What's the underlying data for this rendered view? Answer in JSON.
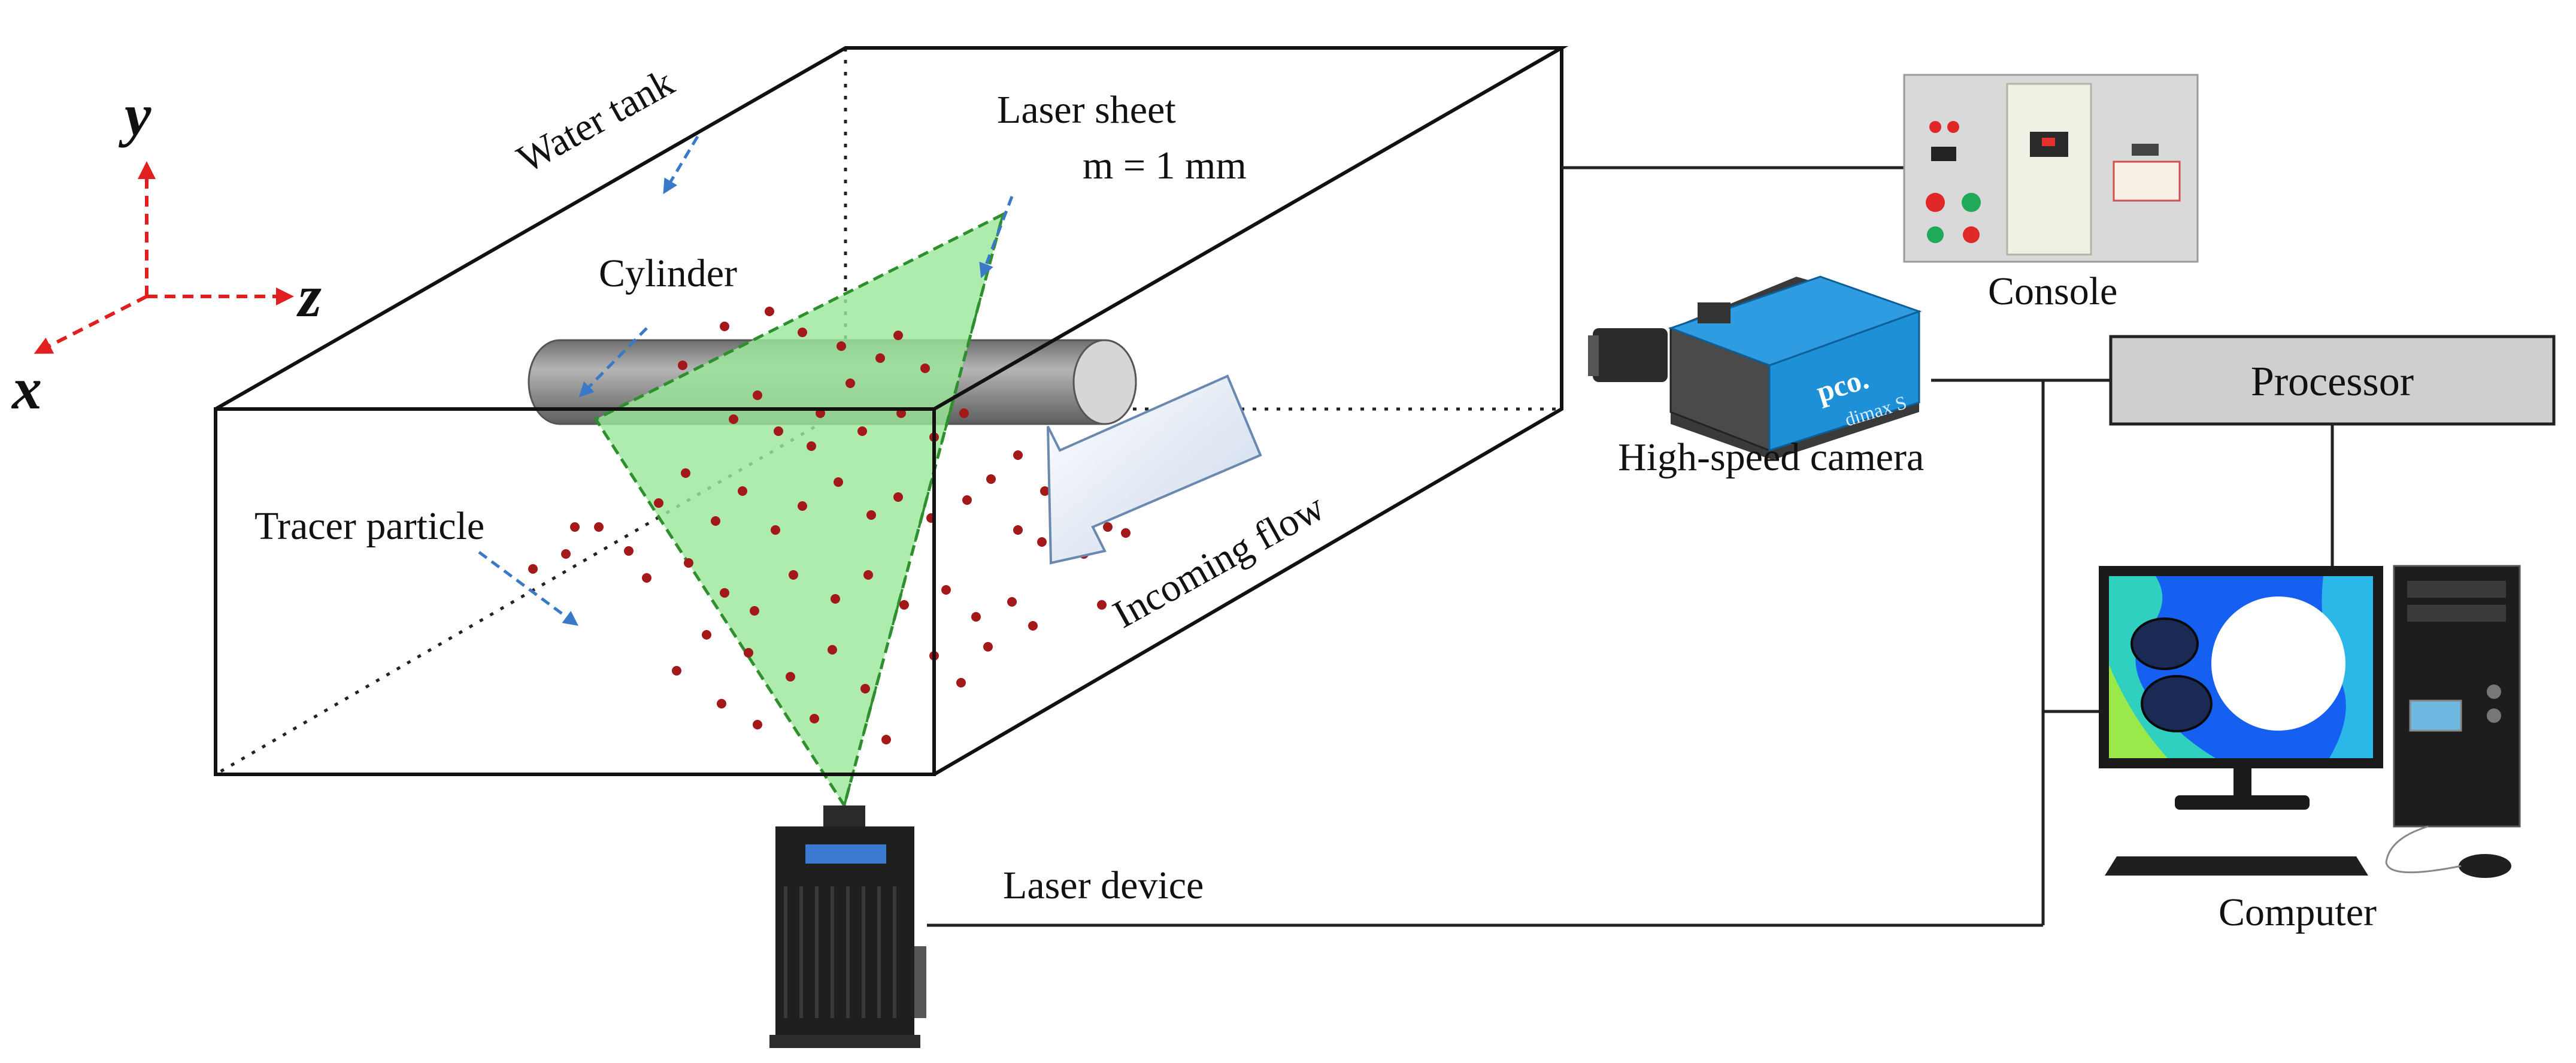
{
  "axes": {
    "y": "y",
    "z": "z",
    "x": "x"
  },
  "labels": {
    "water_tank": "Water tank",
    "laser_sheet": "Laser sheet",
    "sheet_thickness": "m = 1 mm",
    "cylinder": "Cylinder",
    "tracer_particle": "Tracer particle",
    "incoming_flow": "Incoming flow",
    "console": "Console",
    "high_speed_camera": "High-speed camera",
    "processor": "Processor",
    "laser_device": "Laser device",
    "computer": "Computer"
  },
  "camera_brand": {
    "name": "pco.",
    "model": "dimax S"
  },
  "colors": {
    "laser_green": "#9be89b",
    "laser_edge": "#2f8f2f",
    "particle": "#a31818",
    "axis_red": "#e02020",
    "pointer_blue": "#3a78c8",
    "camera_blue": "#1e90d8",
    "processor_fill": "#cfcfcf"
  }
}
